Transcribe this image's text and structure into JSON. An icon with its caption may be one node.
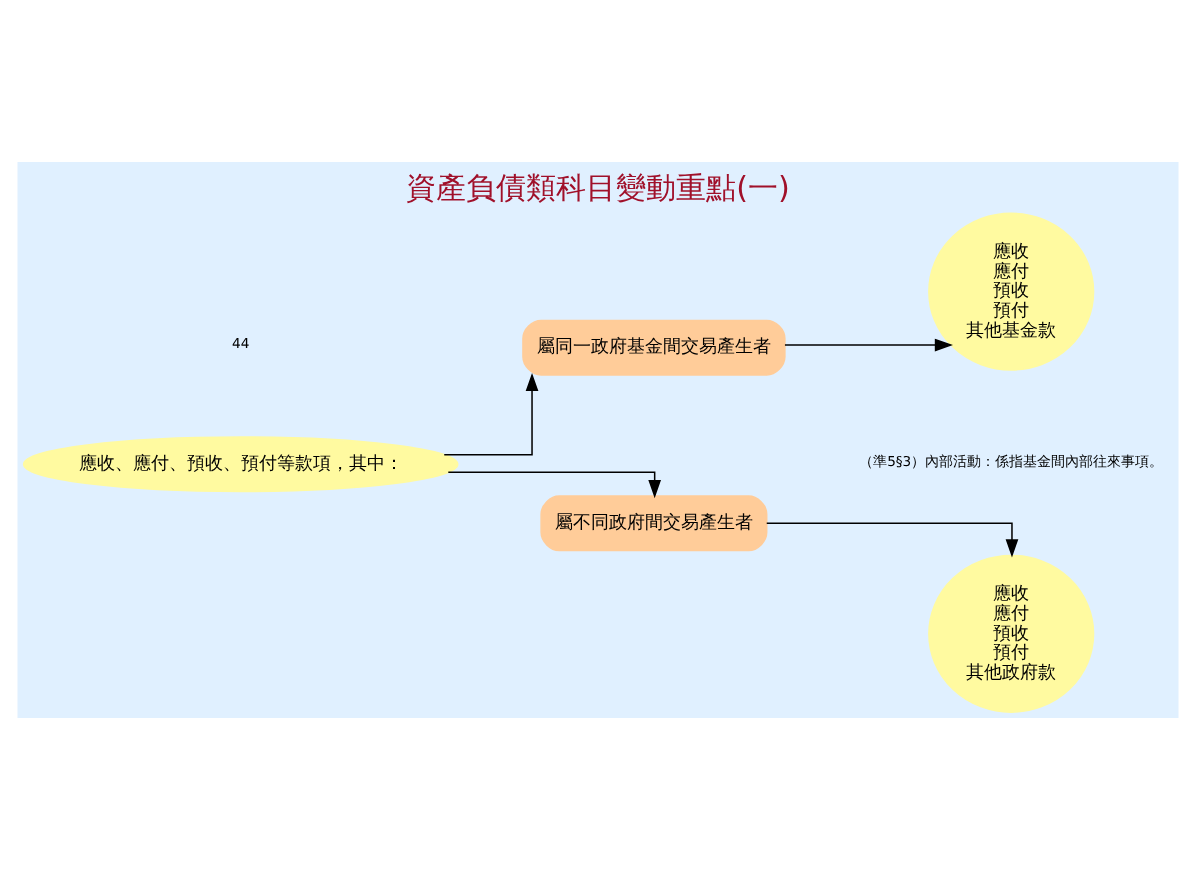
{
  "diagram": {
    "title": "資產負債類科目變動重點(一)",
    "nodes": [
      {
        "text": [
          "應收、應付、預收、預付等款項，其中："
        ]
      },
      {
        "text": [
          "屬同一政府基金間交易產生者"
        ]
      },
      {
        "text": [
          "應收",
          "應付",
          "預收",
          "預付",
          "其他基金款"
        ]
      },
      {
        "text": [
          "屬不同政府間交易產生者"
        ]
      },
      {
        "text": [
          "應收",
          "應付",
          "預收",
          "預付",
          "其他政府款"
        ]
      }
    ],
    "edges": [
      {
        "from": 0,
        "to": 1,
        "arrow": "to"
      },
      {
        "from": 0,
        "to": 3,
        "arrow": "to"
      },
      {
        "from": 1,
        "to": 2,
        "arrow": "to"
      },
      {
        "from": 3,
        "to": 4,
        "arrow": "to"
      }
    ],
    "labels": [
      "（準5§3）內部活動：係指基金間內部往來事項。",
      "44"
    ]
  }
}
